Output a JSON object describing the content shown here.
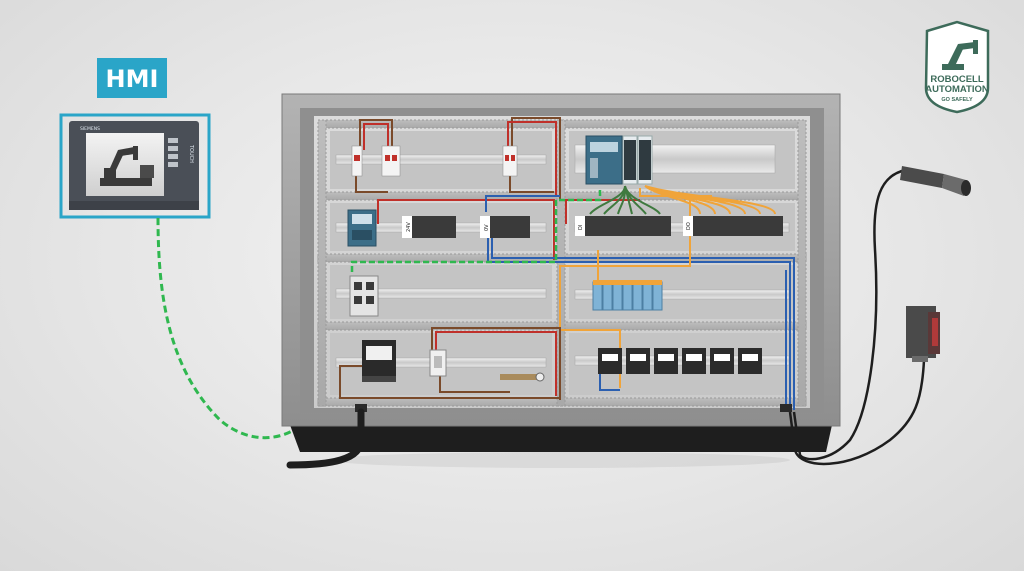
{
  "hmi": {
    "label": "HMI",
    "brand": "SIEMENS",
    "side_label": "TOUCH"
  },
  "logo": {
    "line1": "ROBOCELL",
    "line2": "AUTOMATION",
    "tagline": "GO SAFELY"
  },
  "panel": {
    "power_labels": [
      "24V",
      "0V"
    ],
    "io_labels": [
      "DI",
      "DO"
    ]
  },
  "colors": {
    "accent_cyan": "#2aa5c8",
    "ethernet_green": "#2fb84f",
    "wire_red": "#c0302a",
    "wire_brown": "#7a4a2a",
    "wire_blue": "#2b5fb0",
    "wire_orange": "#f0a43a",
    "cabinet_gray": "#9a9a9a",
    "plate_gray": "#d6d6d6"
  },
  "icons": {
    "hmi_screen": "robot-arm-icon",
    "logo": "robot-shield-icon",
    "sensor_1": "inductive-proximity-sensor-icon",
    "sensor_2": "photoelectric-sensor-icon"
  }
}
